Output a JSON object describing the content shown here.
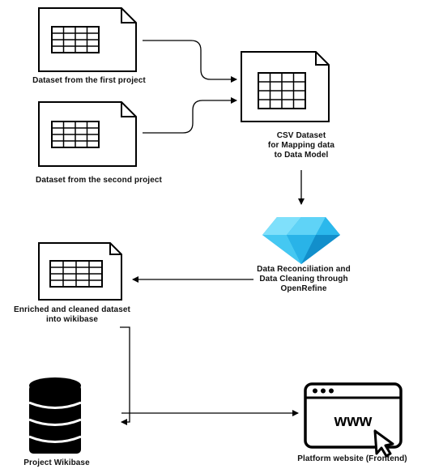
{
  "nodes": {
    "dataset_first": {
      "label": "Dataset from the first project"
    },
    "dataset_second": {
      "label": "Dataset from the second project"
    },
    "csv_dataset": {
      "label": "CSV Dataset\nfor Mapping data\nto Data Model"
    },
    "openrefine": {
      "label": "Data Reconciliation and\nData Cleaning through\nOpenRefine"
    },
    "enriched_dataset": {
      "label": "Enriched and cleaned dataset\ninto wikibase"
    },
    "project_wikibase": {
      "label": "Project Wikibase"
    },
    "platform_website": {
      "label": "Platform website (Frontend)",
      "icon_text": "www"
    }
  },
  "colors": {
    "stroke": "#000000",
    "diamond_light": "#5fd3f7",
    "diamond_dark": "#1aa3dc"
  }
}
